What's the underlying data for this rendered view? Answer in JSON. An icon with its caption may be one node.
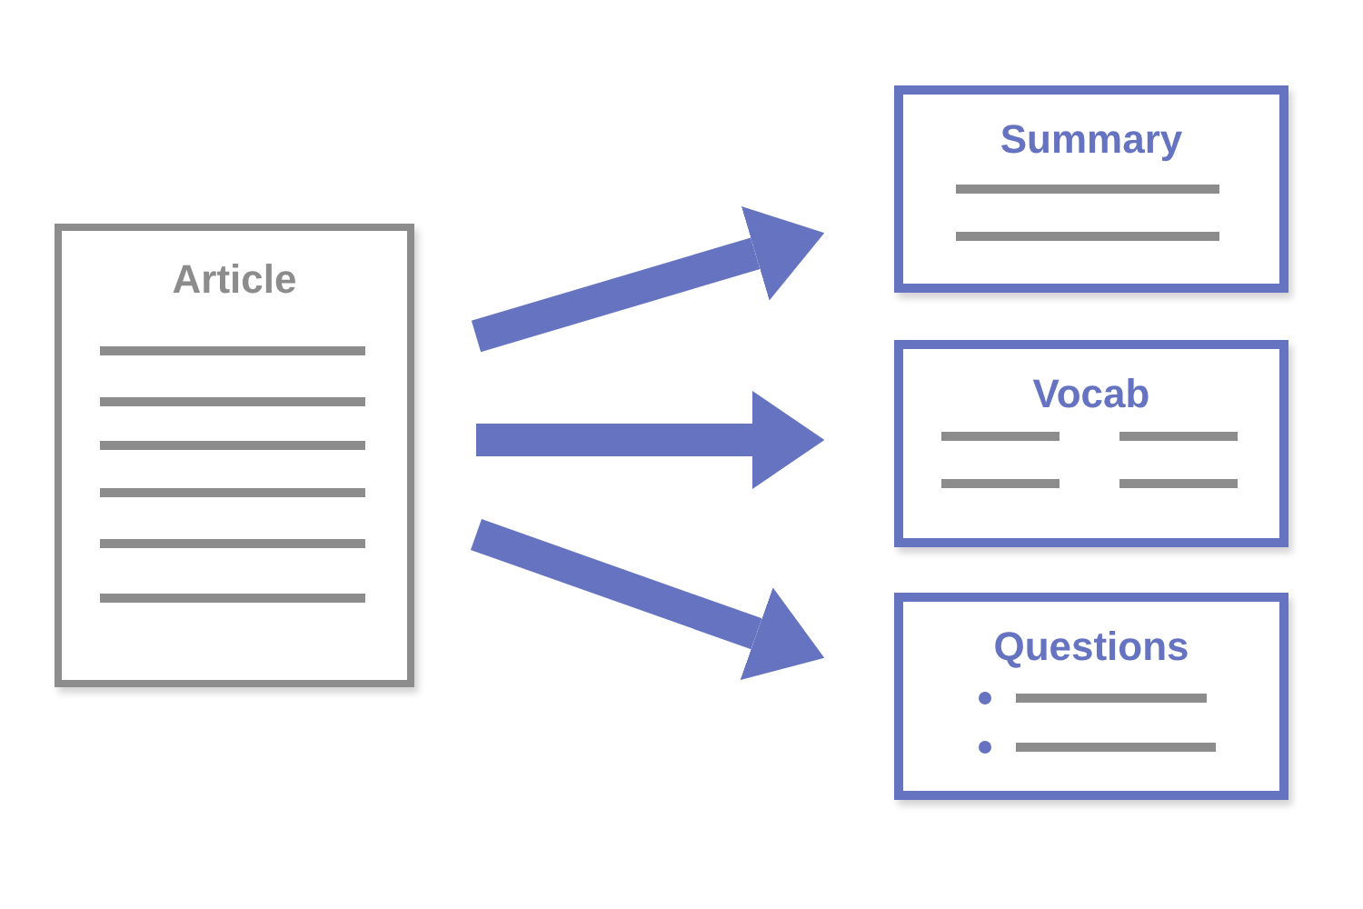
{
  "diagram": {
    "nodes": [
      {
        "text": [
          "Article"
        ]
      },
      {
        "text": [
          "Summary"
        ]
      },
      {
        "text": [
          "Vocab"
        ]
      },
      {
        "text": [
          "Questions"
        ]
      }
    ],
    "edges": [
      {
        "from": 0,
        "to": 1,
        "arrow": "to"
      },
      {
        "from": 0,
        "to": 2,
        "arrow": "to"
      },
      {
        "from": 0,
        "to": 3,
        "arrow": "to"
      }
    ]
  }
}
